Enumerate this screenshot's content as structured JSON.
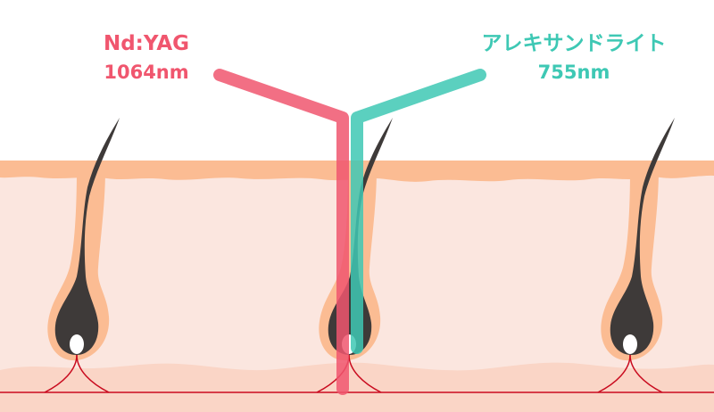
{
  "lasers": [
    {
      "key": "ndyag",
      "name": "Nd:YAG",
      "wavelength": "1064nm",
      "color": "#f0566e"
    },
    {
      "key": "alexandrite",
      "name": "アレキサンドライト",
      "wavelength": "755nm",
      "color": "#3ec8b4"
    }
  ],
  "colors": {
    "skin_surface": "#fbbc93",
    "skin_dermis": "#fbe6df",
    "skin_deep": "#fad5c6",
    "hair": "#3e3a39",
    "follicle_outer": "#fbbc93",
    "vessel": "#c90a1e",
    "papilla": "#ffffff"
  },
  "icons": [
    "hair-follicle",
    "hair-bulb",
    "dermal-papilla",
    "blood-vessel"
  ]
}
